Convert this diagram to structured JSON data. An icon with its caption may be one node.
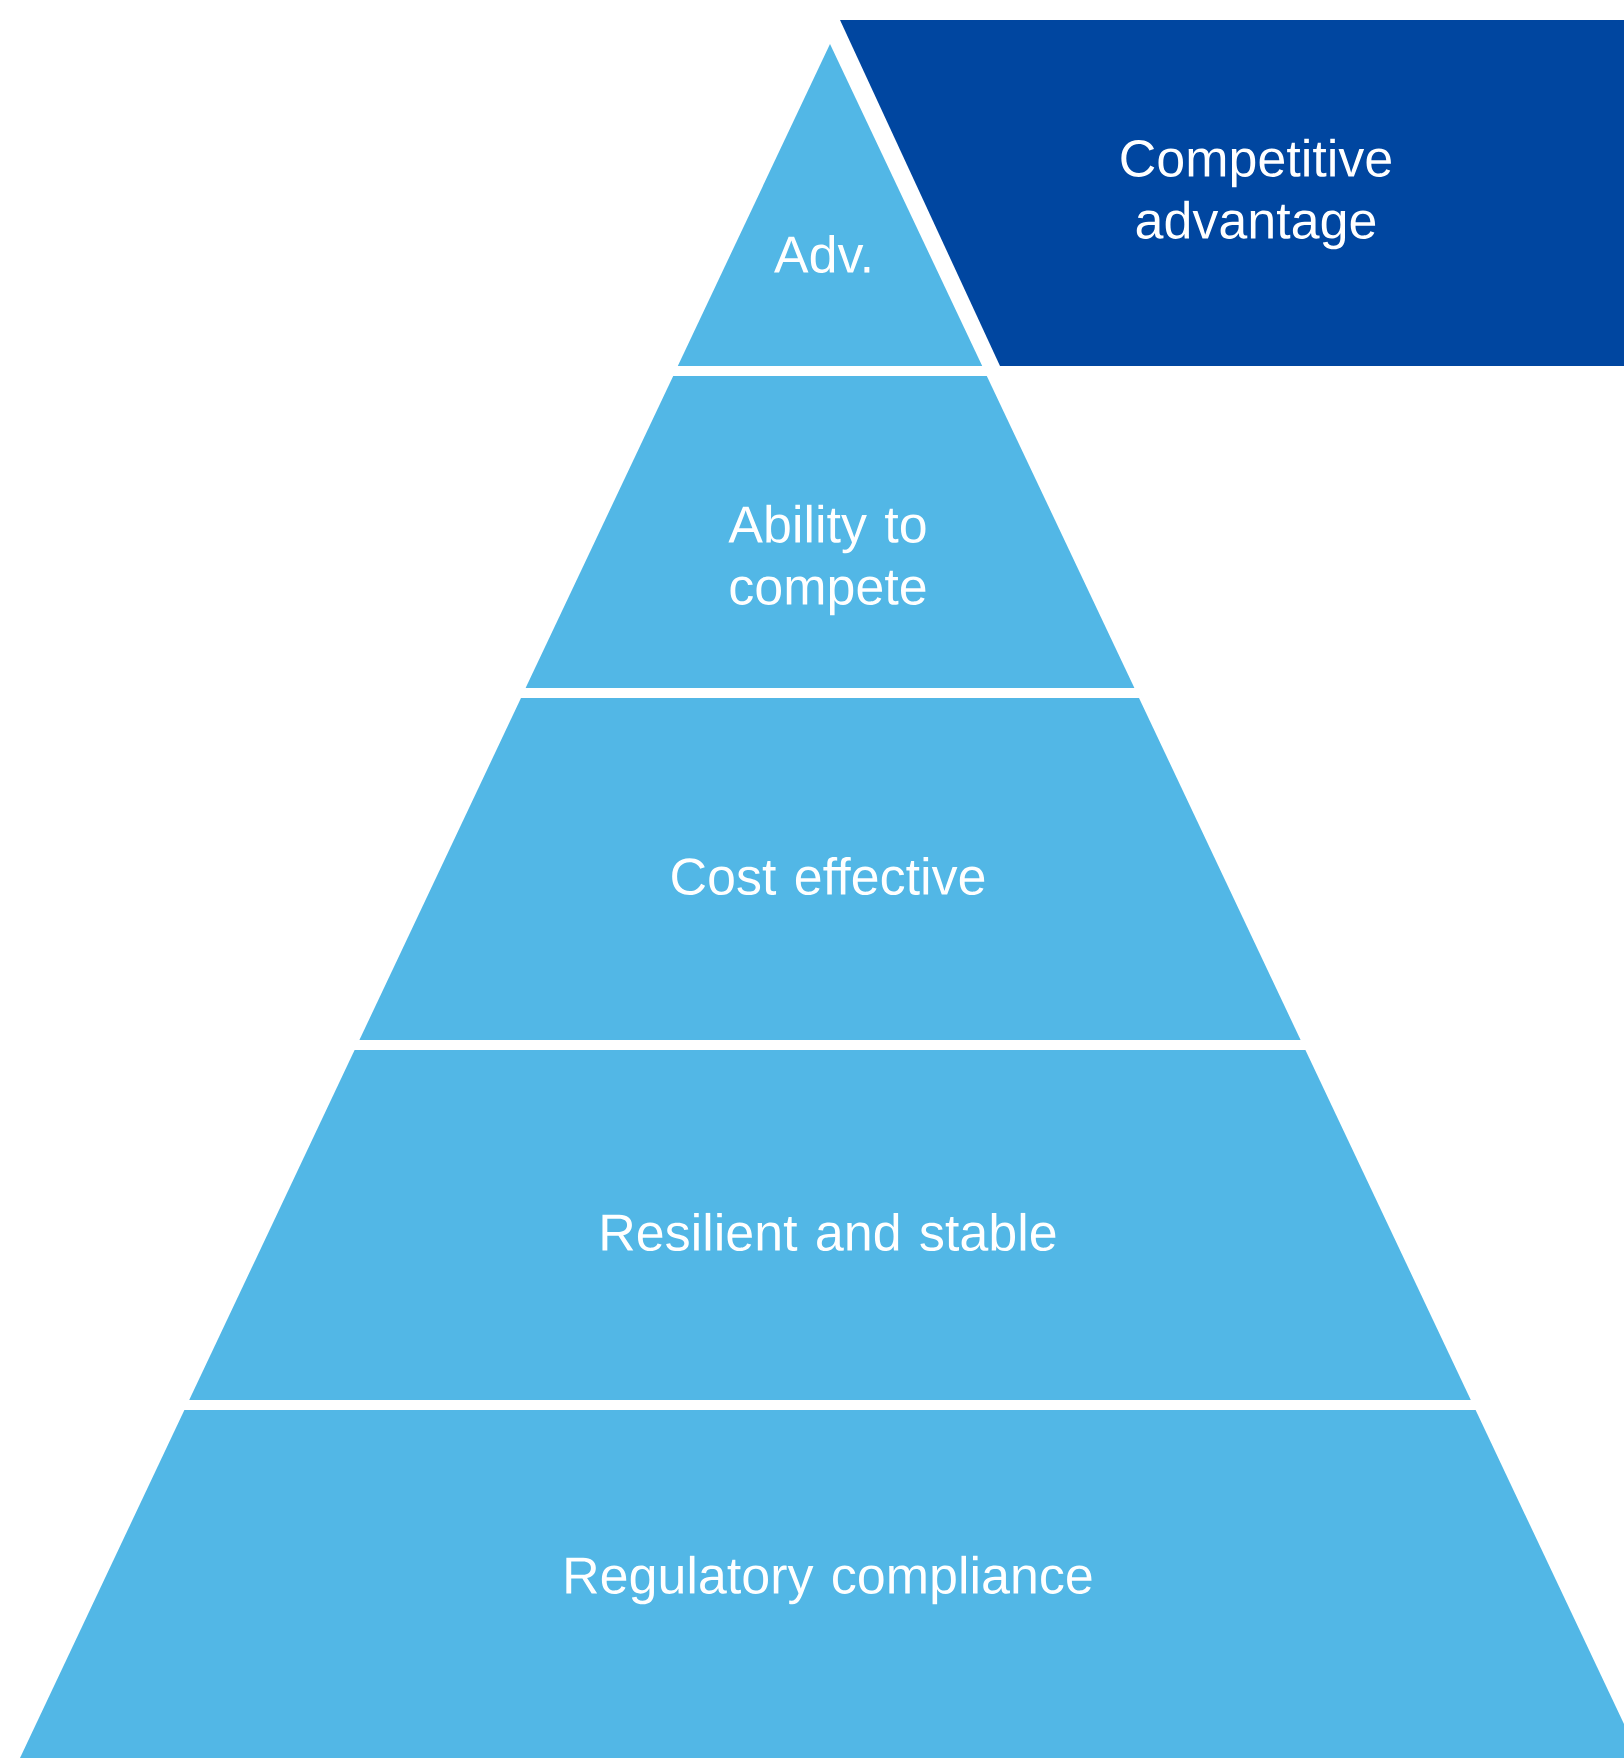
{
  "diagram": {
    "nodes": [
      {
        "text": [
          "Adv."
        ]
      },
      {
        "text": [
          "Competitive advantage"
        ]
      },
      {
        "text": [
          "Ability to compete"
        ]
      },
      {
        "text": [
          "Cost effective"
        ]
      },
      {
        "text": [
          "Resilient and stable"
        ]
      },
      {
        "text": [
          "Regulatory compliance"
        ]
      }
    ]
  }
}
